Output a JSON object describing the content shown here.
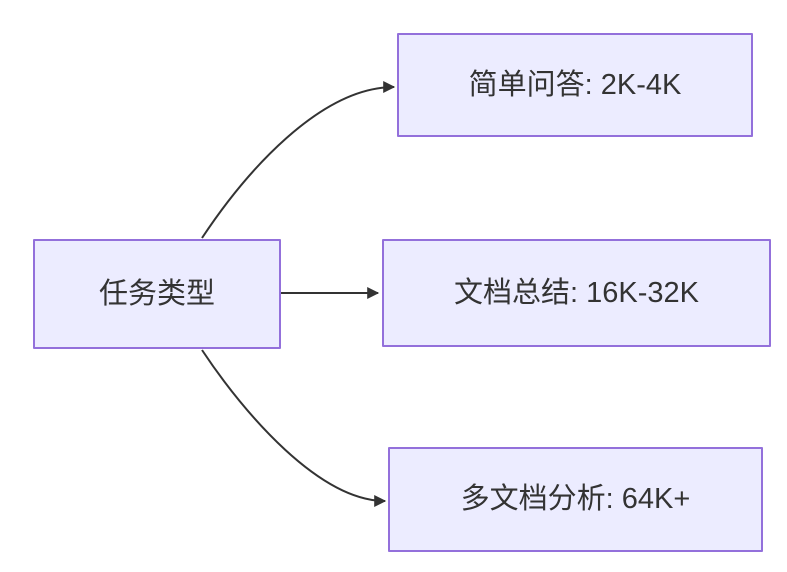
{
  "diagram": {
    "type": "flowchart",
    "direction": "left-to-right",
    "colors": {
      "background": "#FFFFFF",
      "node_fill": "#ECECFF",
      "node_border": "#9370DB",
      "edge": "#333333",
      "text": "#333333"
    },
    "root": {
      "label": "任务类型"
    },
    "children": [
      {
        "label": "简单问答: 2K-4K"
      },
      {
        "label": "文档总结: 16K-32K"
      },
      {
        "label": "多文档分析: 64K+"
      }
    ],
    "edges": [
      {
        "from": "任务类型",
        "to": "简单问答: 2K-4K"
      },
      {
        "from": "任务类型",
        "to": "文档总结: 16K-32K"
      },
      {
        "from": "任务类型",
        "to": "多文档分析: 64K+"
      }
    ]
  }
}
